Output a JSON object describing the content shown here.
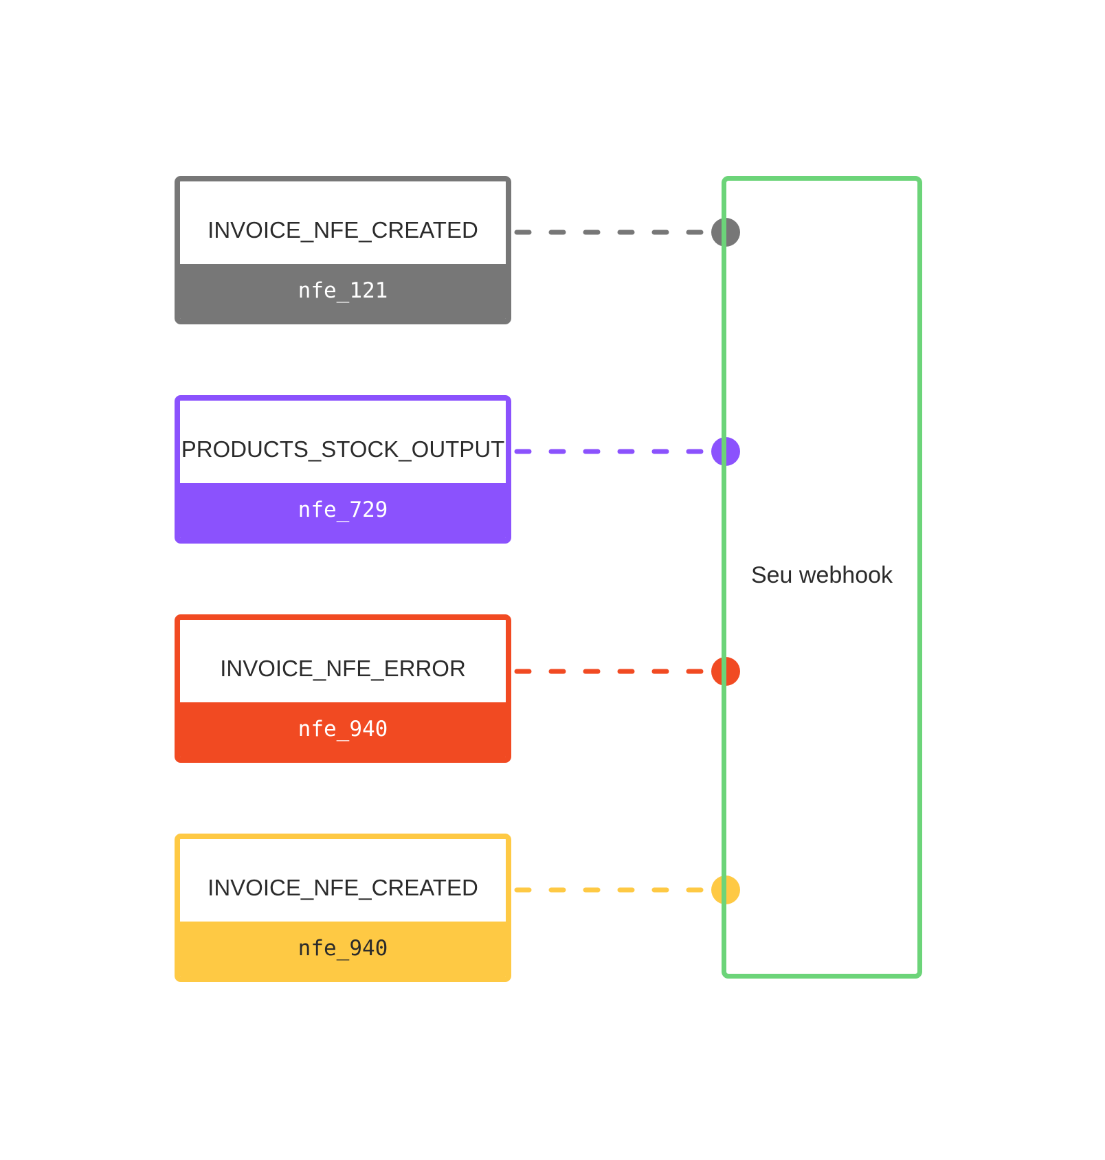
{
  "events": [
    {
      "name": "INVOICE_NFE_CREATED",
      "id": "nfe_121",
      "color": "#777777",
      "id_text_color": "#ffffff"
    },
    {
      "name": "PRODUCTS_STOCK_OUTPUT",
      "id": "nfe_729",
      "color": "#8b52fd",
      "id_text_color": "#ffffff"
    },
    {
      "name": "INVOICE_NFE_ERROR",
      "id": "nfe_940",
      "color": "#f14a22",
      "id_text_color": "#ffffff"
    },
    {
      "name": "INVOICE_NFE_CREATED",
      "id": "nfe_940",
      "color": "#fec944",
      "id_text_color": "#2b2b2b"
    }
  ],
  "webhook": {
    "label": "Seu webhook",
    "color": "#6cd479"
  }
}
